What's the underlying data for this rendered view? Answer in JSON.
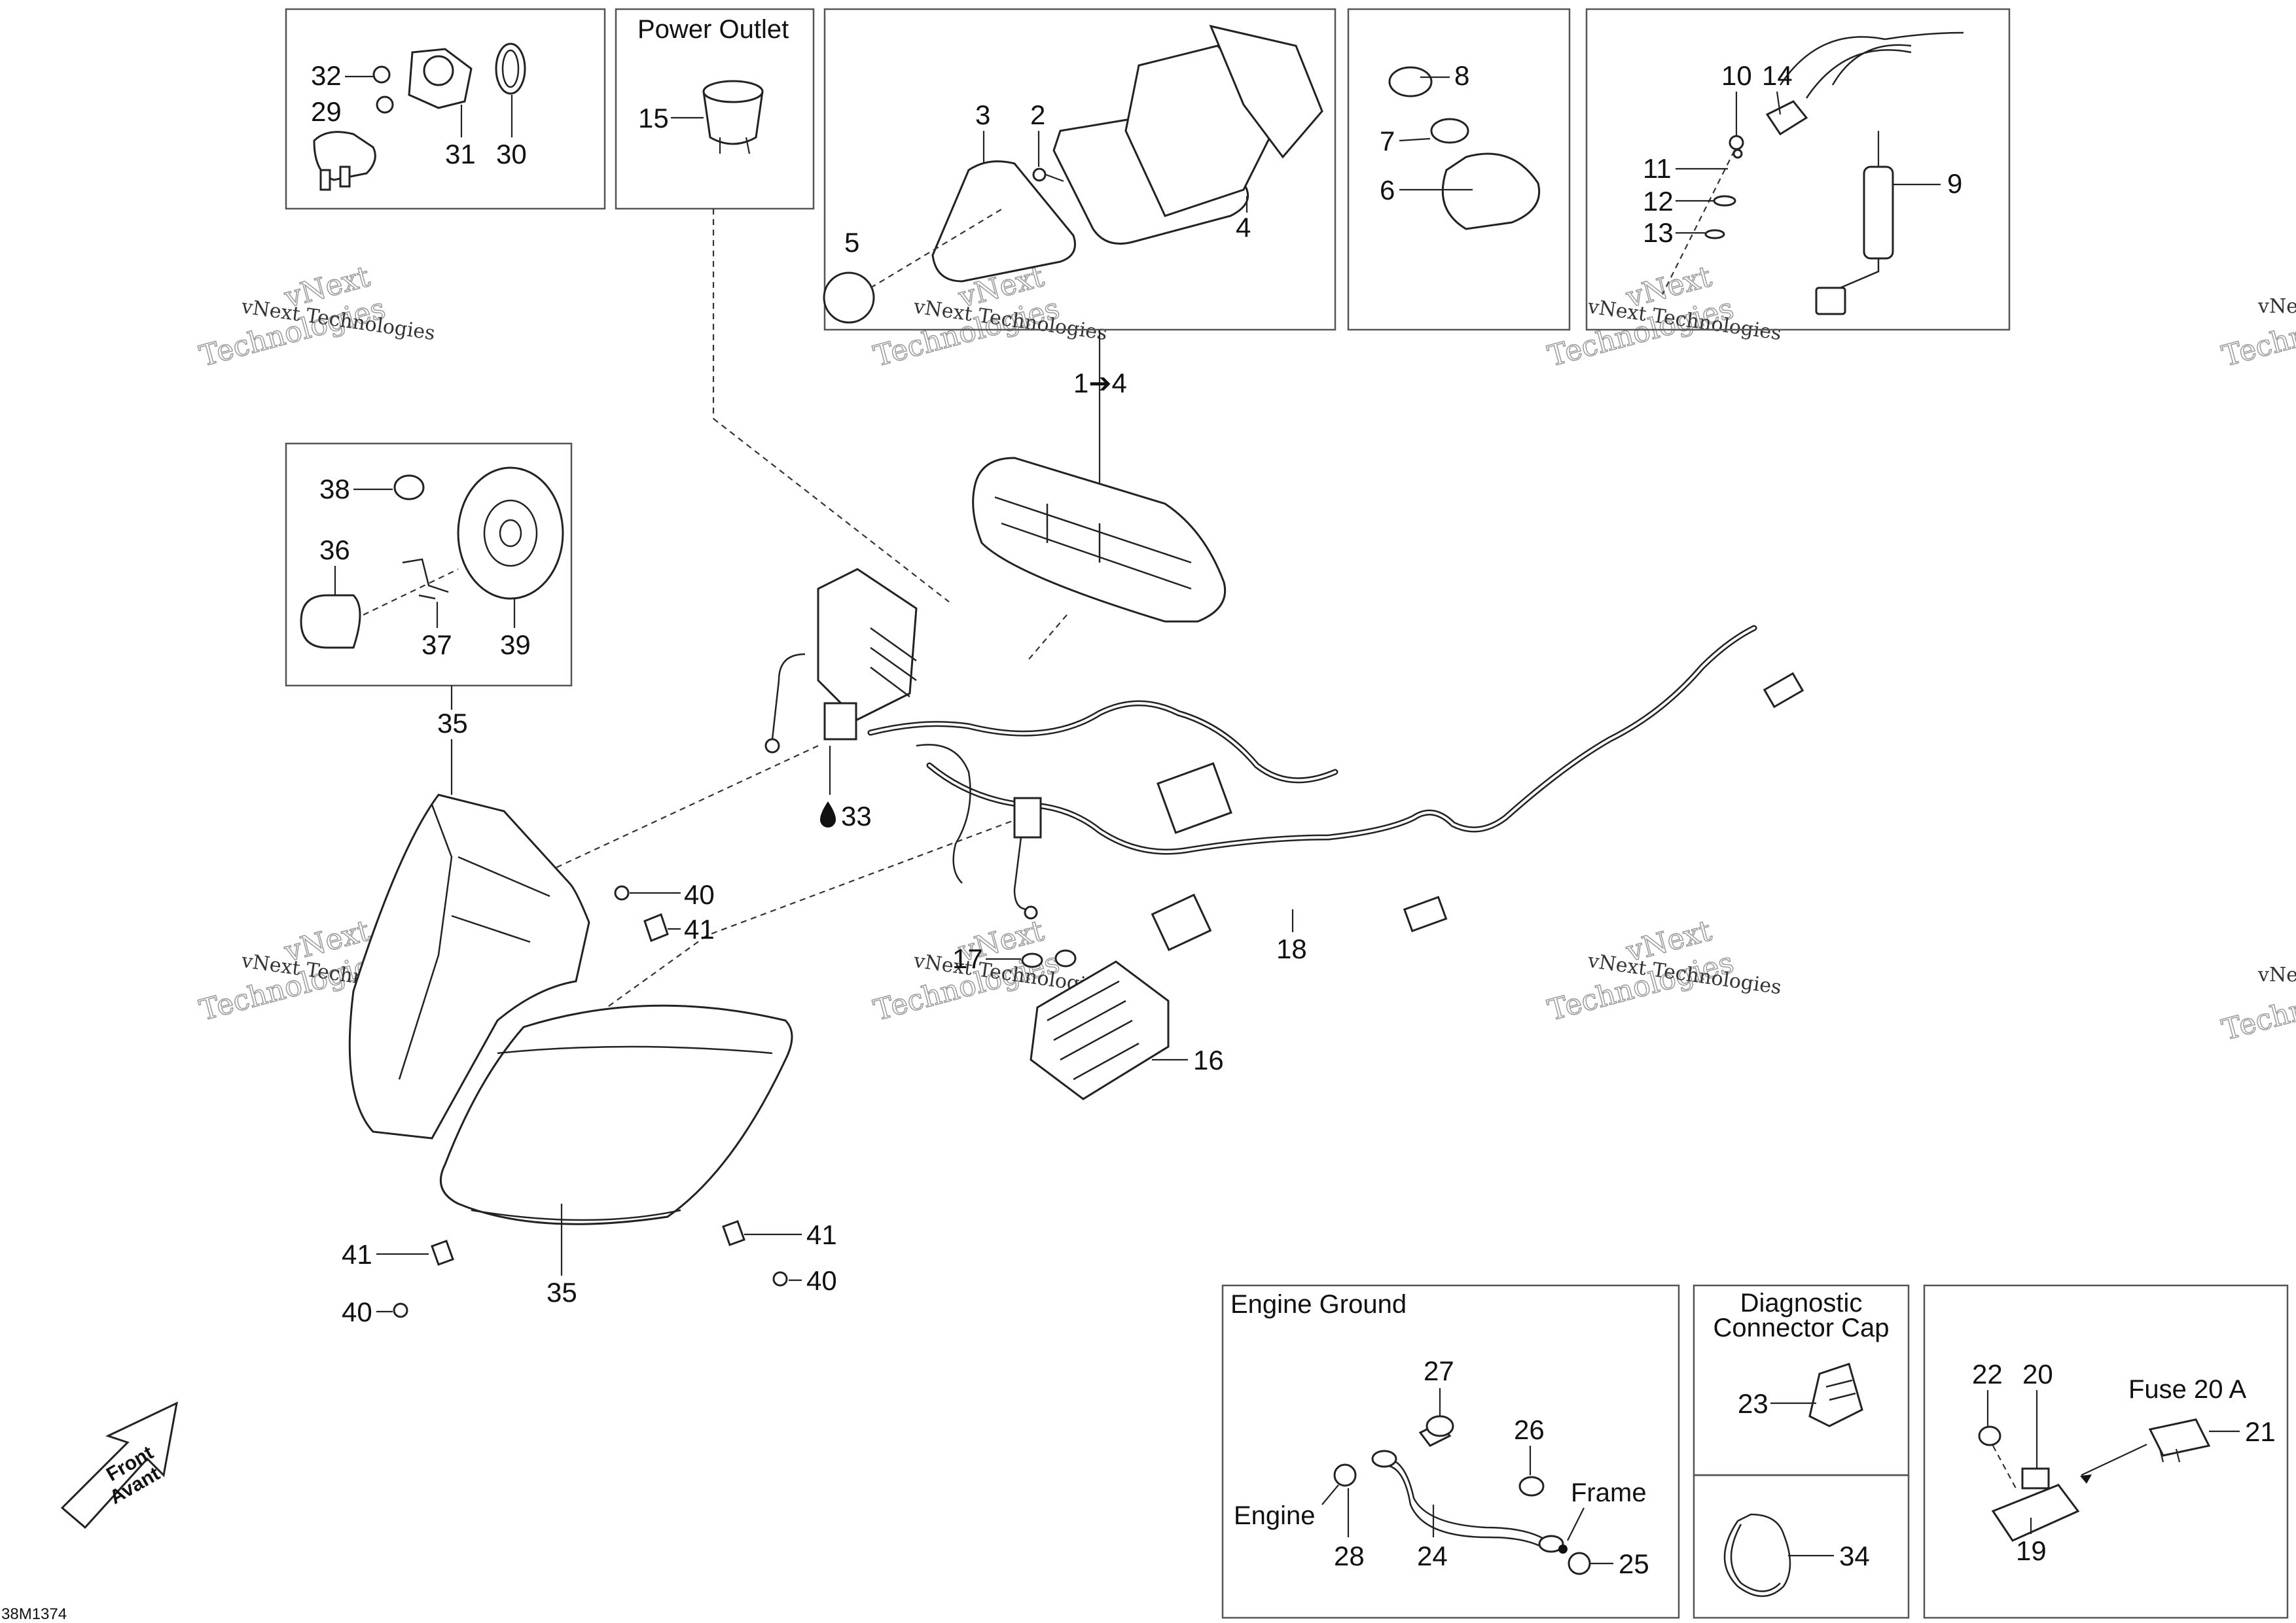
{
  "diagram_code": "38M1374",
  "watermark": {
    "line1": "vNext Technologies",
    "line2": "vNext",
    "line3": "Technologies"
  },
  "box_titles": {
    "power_outlet": "Power Outlet",
    "engine_ground": "Engine Ground",
    "diagnostic_cap_line1": "Diagnostic",
    "diagnostic_cap_line2": "Connector Cap",
    "fuse": "Fuse 20 A"
  },
  "annotations": {
    "engine": "Engine",
    "frame": "Frame",
    "front": "Front",
    "avant": "Avant",
    "range_1_4": "1➔4",
    "drop_33": "33"
  },
  "callouts": {
    "c32": "32",
    "c29": "29",
    "c31": "31",
    "c30": "30",
    "c15": "15",
    "c3": "3",
    "c2": "2",
    "c5": "5",
    "c4": "4",
    "c8": "8",
    "c7": "7",
    "c6": "6",
    "c10": "10",
    "c14": "14",
    "c11": "11",
    "c12": "12",
    "c13": "13",
    "c9": "9",
    "c38": "38",
    "c36": "36",
    "c37": "37",
    "c39": "39",
    "c35a": "35",
    "c35b": "35",
    "c40a": "40",
    "c41a": "41",
    "c41b": "41",
    "c41c": "41",
    "c40b": "40",
    "c40c": "40",
    "c17": "17",
    "c16": "16",
    "c18": "18",
    "c27": "27",
    "c26": "26",
    "c28": "28",
    "c24": "24",
    "c25": "25",
    "c23": "23",
    "c34": "34",
    "c22": "22",
    "c20": "20",
    "c21": "21",
    "c19": "19"
  },
  "colors": {
    "line": "#222222",
    "box": "#555555",
    "watermark": "#9a9a9a"
  }
}
